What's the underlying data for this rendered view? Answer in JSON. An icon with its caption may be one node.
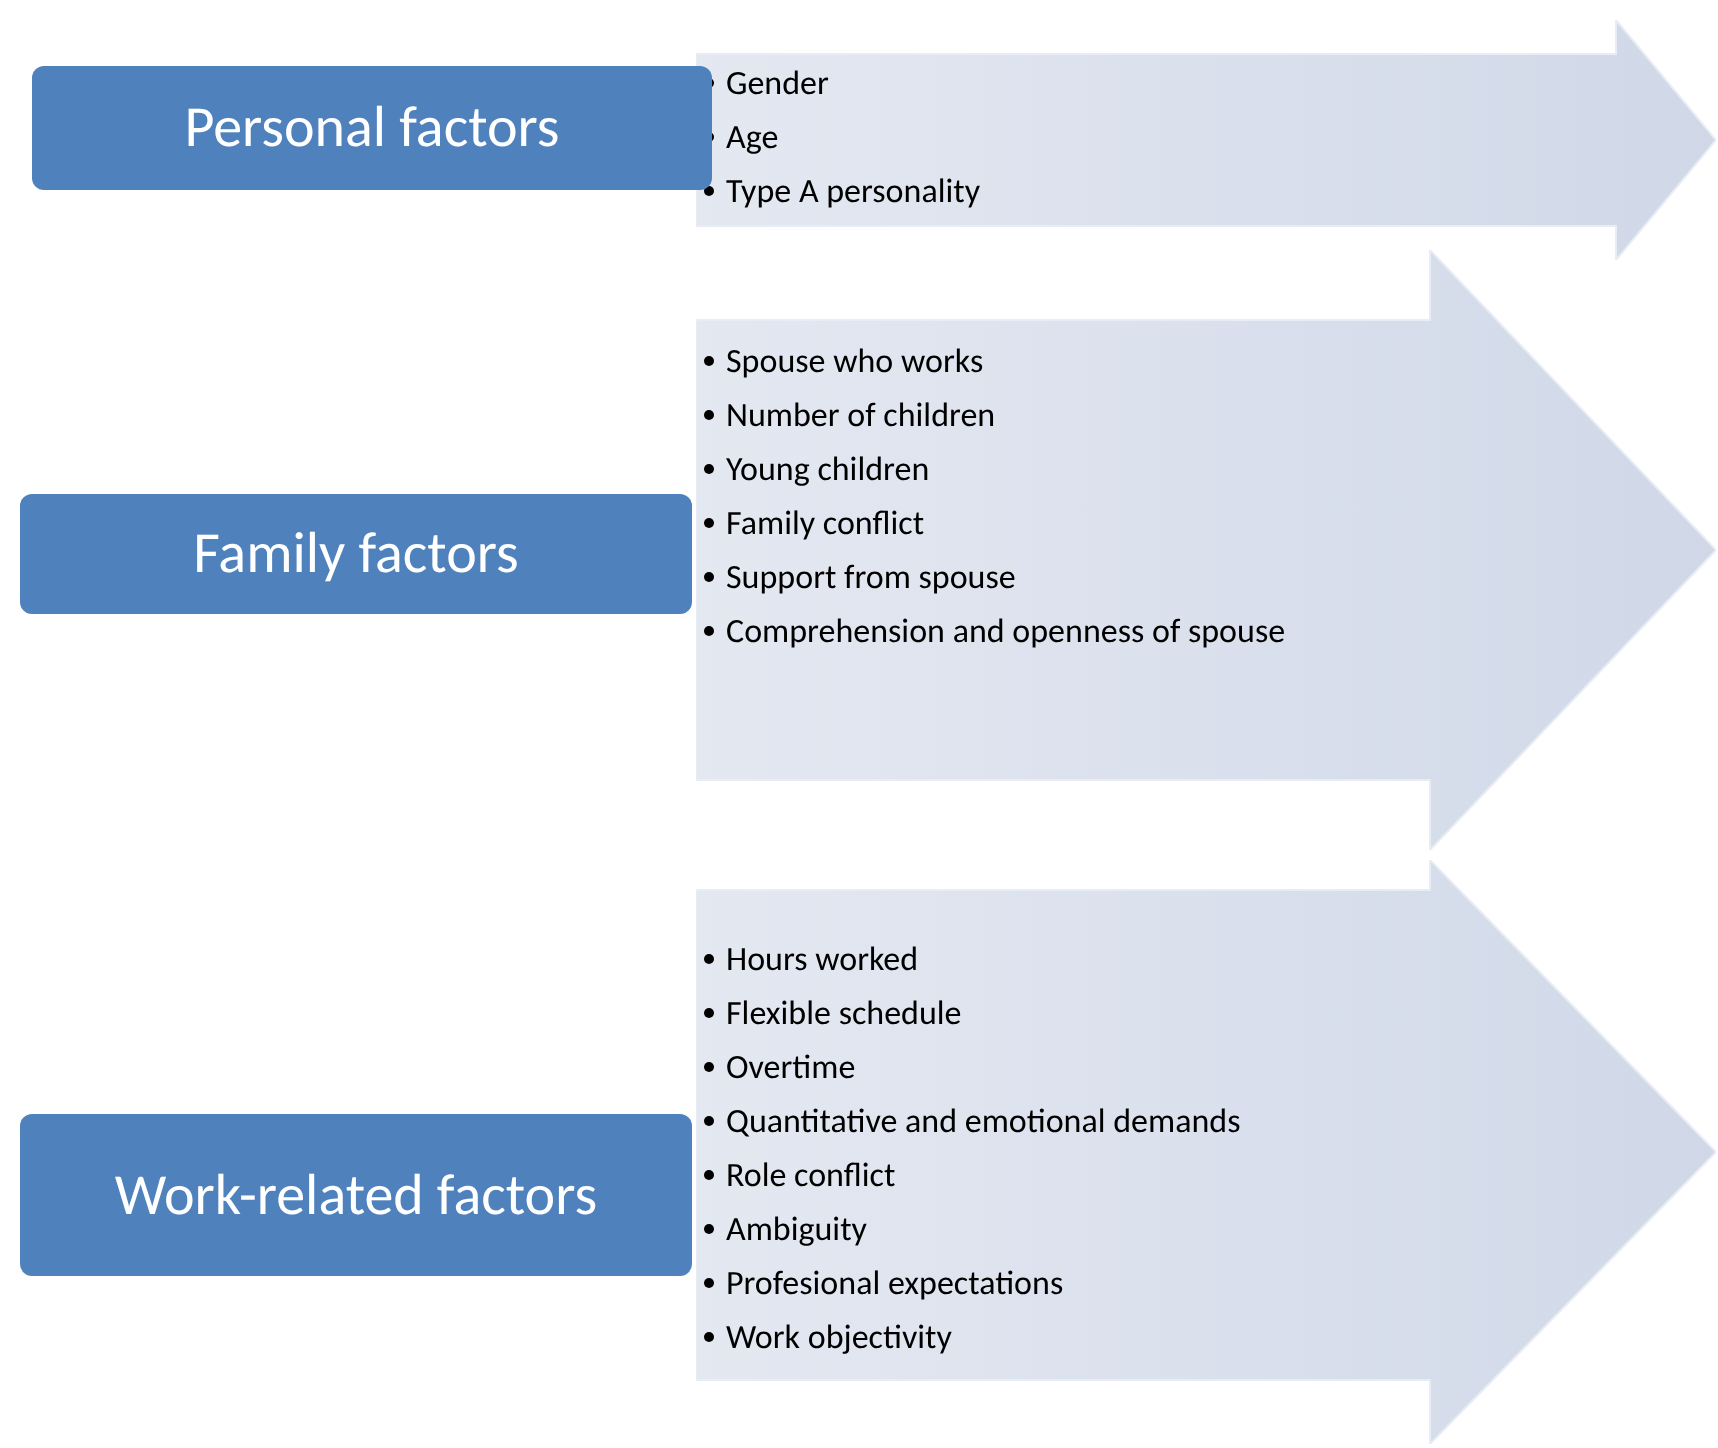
{
  "diagram": {
    "nodes": [
      {
        "text": [
          "Personal factors"
        ]
      },
      {
        "text": [
          "Gender",
          "Age",
          "Type A personality"
        ]
      },
      {
        "text": [
          "Family factors"
        ]
      },
      {
        "text": [
          "Spouse who works",
          "Number of children",
          "Young children",
          "Family conflict",
          "Support from spouse",
          "Comprehension and openness of spouse"
        ]
      },
      {
        "text": [
          "Work-related factors"
        ]
      },
      {
        "text": [
          "Hours worked",
          "Flexible schedule",
          "Overtime",
          "Quantitative and emotional demands",
          "Role conflict",
          "Ambiguity",
          "Profesional expectations",
          "Work objectivity"
        ]
      }
    ]
  }
}
